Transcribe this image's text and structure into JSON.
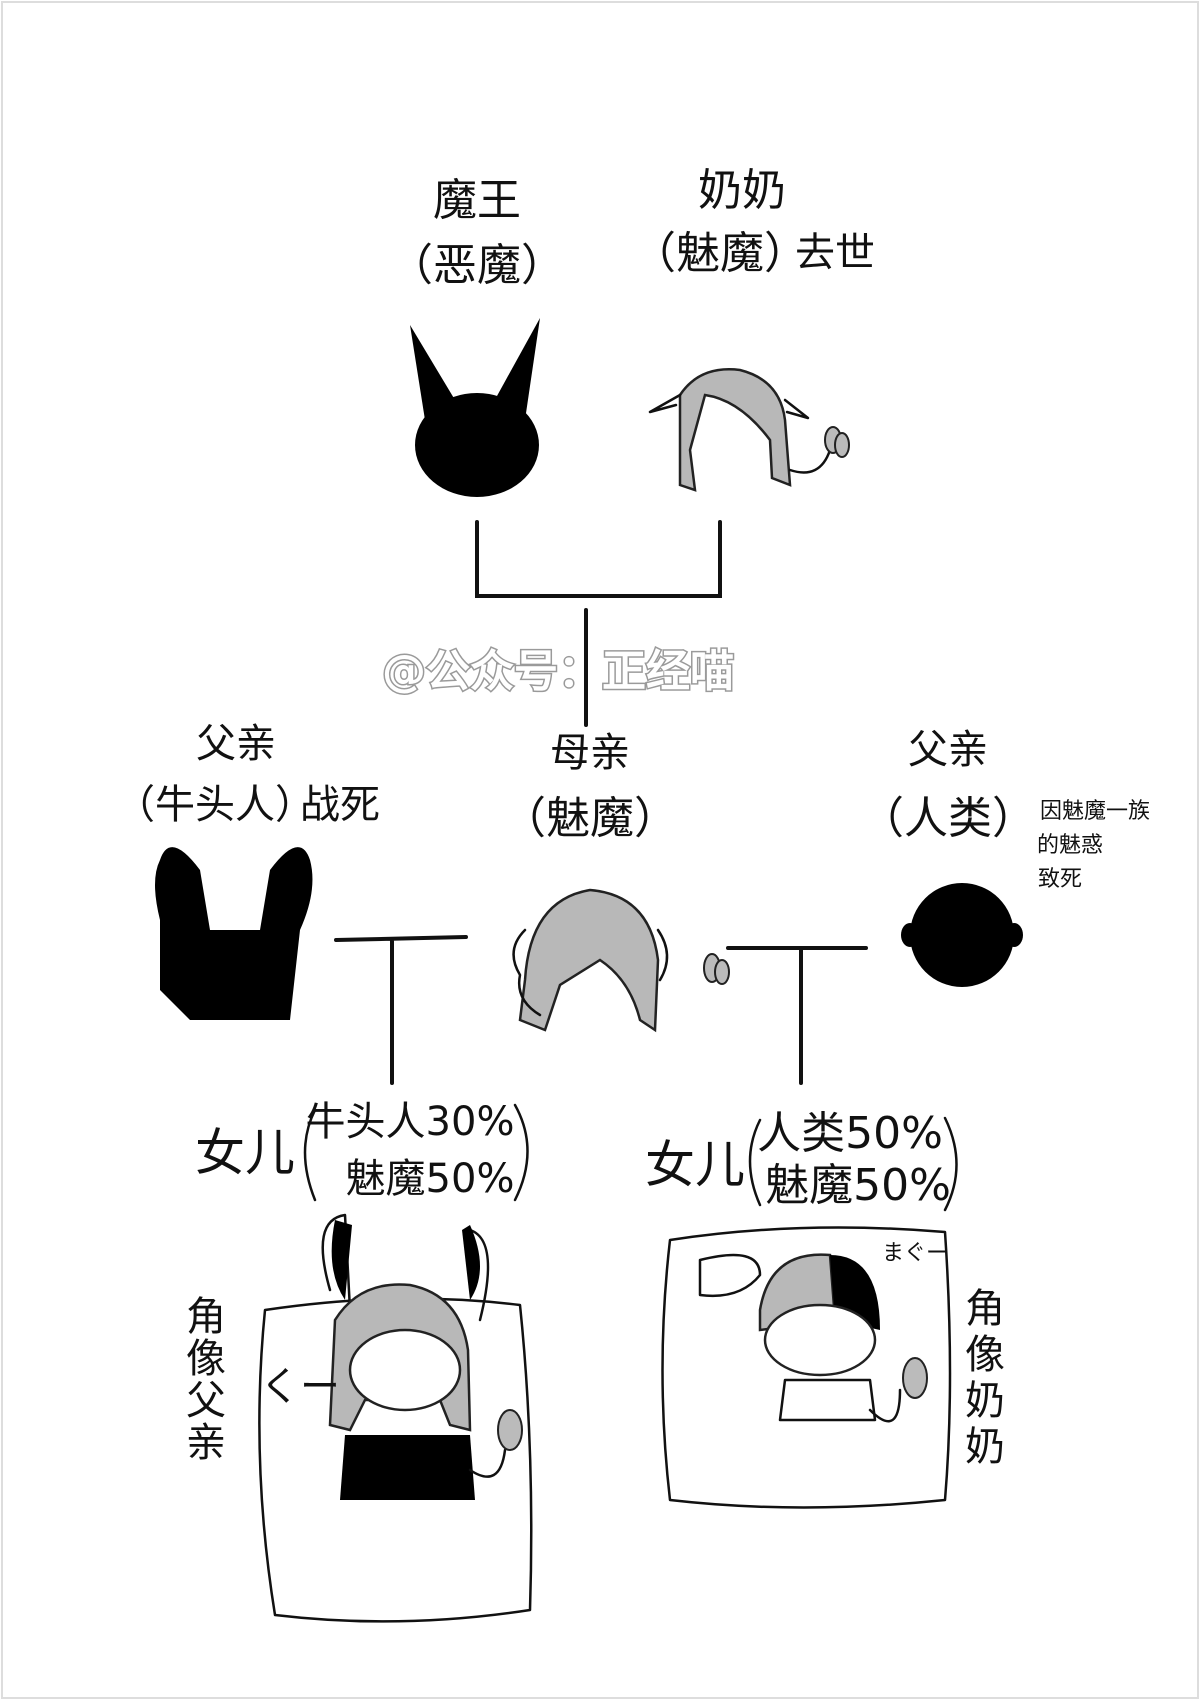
{
  "grandfather": {
    "title": "魔王",
    "race": "（恶魔）"
  },
  "grandmother": {
    "title": "奶奶",
    "race": "（魅魔）",
    "note": "去世"
  },
  "watermark": "@公众号：正经喵",
  "father_left": {
    "title": "父亲",
    "race": "（牛头人）",
    "note": "战死"
  },
  "mother": {
    "title": "母亲",
    "race": "（魅魔）"
  },
  "father_right": {
    "title": "父亲",
    "race": "（人类）",
    "note_lines": [
      "因魅魔一族",
      "的魅惑",
      "致死"
    ]
  },
  "daughter_left": {
    "label": "女儿",
    "lines": [
      "牛头人30%",
      "魅魔50%"
    ],
    "side_note": [
      "角",
      "像",
      "父",
      "亲"
    ],
    "sound": "くー"
  },
  "daughter_right": {
    "label": "女儿",
    "lines": [
      "人类50%",
      "魅魔50%"
    ],
    "side_note": [
      "角",
      "像",
      "奶",
      "奶"
    ],
    "sound": "まぐー"
  }
}
